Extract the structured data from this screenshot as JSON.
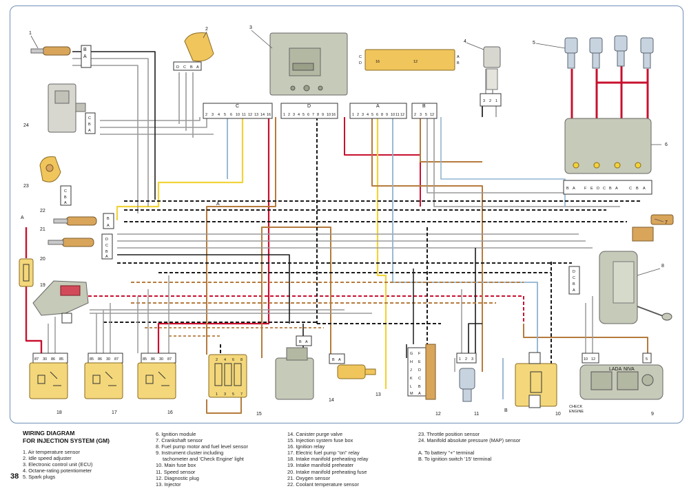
{
  "page_number": "38",
  "title_line1": "WIRING DIAGRAM",
  "title_line2": "FOR INJECTION SYSTEM  (GM)",
  "legend_col1": [
    "1. Air temperature sensor",
    "2. Idle speed adjuster",
    "3. Electronic control unit (ECU)",
    "4. Octane-rating potentiometer",
    "5. Spark plugs"
  ],
  "legend_col2": [
    "6. Ignition module",
    "7. Crankshaft sensor",
    "8. Fuel pump motor and fuel level sensor",
    "9. Instrument cluster including",
    "tachometer and 'Check Engine' light",
    "10. Main fuse box",
    "11. Speed sensor",
    "12. Diagnostic plug",
    "13. Injector"
  ],
  "legend_col3": [
    "14. Canister purge valve",
    "15. Injection system fuse box",
    "16. Ignition relay",
    "17. Electric fuel pump \"on\" relay",
    "18. Intake manifold preheating relay",
    "19. Intake manifold preheater",
    "20. Intake manifold preheating fuse",
    "21. Oxygen sensor",
    "22. Coolant temperature sensor"
  ],
  "legend_col4": [
    "23. Throttle position sensor",
    "24. Manifold absolute pressure (MAP) sensor",
    "",
    "A.  To battery \"+\" terminal",
    "B.  To ignition switch '15' terminal"
  ],
  "component_numbers": [
    "1",
    "2",
    "3",
    "4",
    "5",
    "6",
    "7",
    "8",
    "9",
    "10",
    "11",
    "12",
    "13",
    "14",
    "15",
    "16",
    "17",
    "18",
    "19",
    "20",
    "21",
    "22",
    "23",
    "24"
  ],
  "connector_labels": {
    "ecu_c": "C",
    "ecu_d": "D",
    "ecu_a": "A",
    "ecu_b": "B",
    "ecu_c_pins": [
      "2",
      "3",
      "4",
      "5",
      "6",
      "10",
      "11",
      "12",
      "13",
      "14",
      "16"
    ],
    "ecu_d_pins": [
      "1",
      "2",
      "3",
      "4",
      "5",
      "6",
      "7",
      "8",
      "9",
      "10",
      "16"
    ],
    "ecu_a_pins": [
      "1",
      "2",
      "3",
      "4",
      "5",
      "6",
      "8",
      "9",
      "10",
      "11",
      "12"
    ],
    "ecu_b_pins": [
      "2",
      "3",
      "5",
      "12"
    ],
    "plug_dcba": [
      "D",
      "C",
      "B",
      "A"
    ],
    "plug_cba": [
      "C",
      "B",
      "A"
    ],
    "plug_ba": [
      "B",
      "A"
    ],
    "ign_module": [
      "B",
      "A",
      "F",
      "E",
      "D",
      "C",
      "B",
      "A",
      "C",
      "B",
      "A"
    ],
    "relay18_pins": [
      "87",
      "30",
      "86",
      "85"
    ],
    "relay17_pins": [
      "85",
      "86",
      "30",
      "87"
    ],
    "relay16_pins": [
      "85",
      "86",
      "30",
      "87"
    ],
    "fuse15_top": [
      "2",
      "4",
      "6",
      "8"
    ],
    "fuse15_bottom": [
      "1",
      "3",
      "5",
      "7"
    ],
    "speed_sensor_pins": [
      "1",
      "2",
      "3"
    ],
    "octane_pins": [
      "3",
      "2",
      "1"
    ],
    "diag_plug": [
      "G",
      "F",
      "H",
      "E",
      "J",
      "D",
      "K",
      "C",
      "L",
      "B",
      "M",
      "A"
    ],
    "cluster_pins": [
      "10",
      "12",
      "5"
    ],
    "ecu_plug_letters": [
      "C",
      "D",
      "A",
      "B"
    ],
    "ecu_plug_nums": [
      "16",
      "12"
    ]
  },
  "annotations": {
    "to_a": "A",
    "to_b": "B",
    "check_engine": "CHECK\nENGINE",
    "cluster_brand": "LADA",
    "cluster_model": "NIVA"
  },
  "colors": {
    "frame": "#6f8fb8",
    "red": "#c8102e",
    "yellow": "#f2d33a",
    "brown": "#b57a3c",
    "grey": "#9a9a9a",
    "blue": "#8fb3cf",
    "black": "#1a1a1a",
    "component_yellow": "#f3d77a",
    "component_grey": "#c6cab8"
  }
}
